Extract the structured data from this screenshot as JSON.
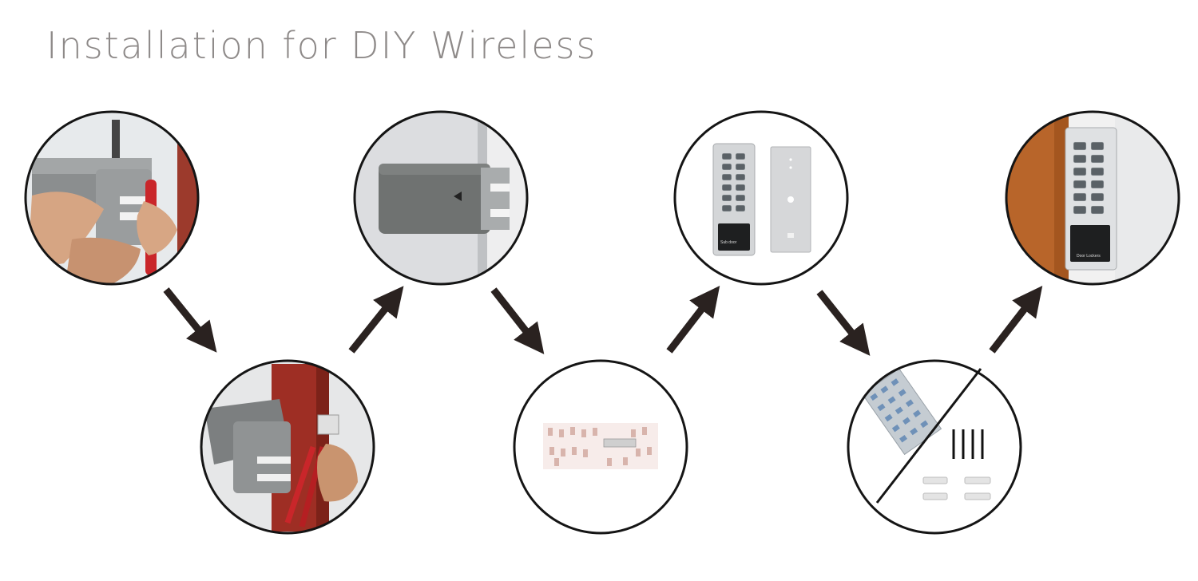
{
  "title": "Installation for DIY Wireless",
  "steps": [
    {
      "icon": "screwdriver-unscrew-icon"
    },
    {
      "icon": "pliers-remove-plate-icon"
    },
    {
      "icon": "lock-module-icon"
    },
    {
      "icon": "adhesive-strip-icon"
    },
    {
      "icon": "keypad-and-backplate-icon"
    },
    {
      "icon": "adhesive-and-screws-icon"
    },
    {
      "icon": "keypad-mounted-icon"
    }
  ],
  "keypad_labels": {
    "reader_short": "Sub door",
    "reader_mounted": "Door Lockers"
  },
  "colors": {
    "title": "#8e8a89",
    "arrow": "#2a2220",
    "circle_stroke": "#151515",
    "door_wood": "#b8652a",
    "device_gray": "#6f7271"
  }
}
